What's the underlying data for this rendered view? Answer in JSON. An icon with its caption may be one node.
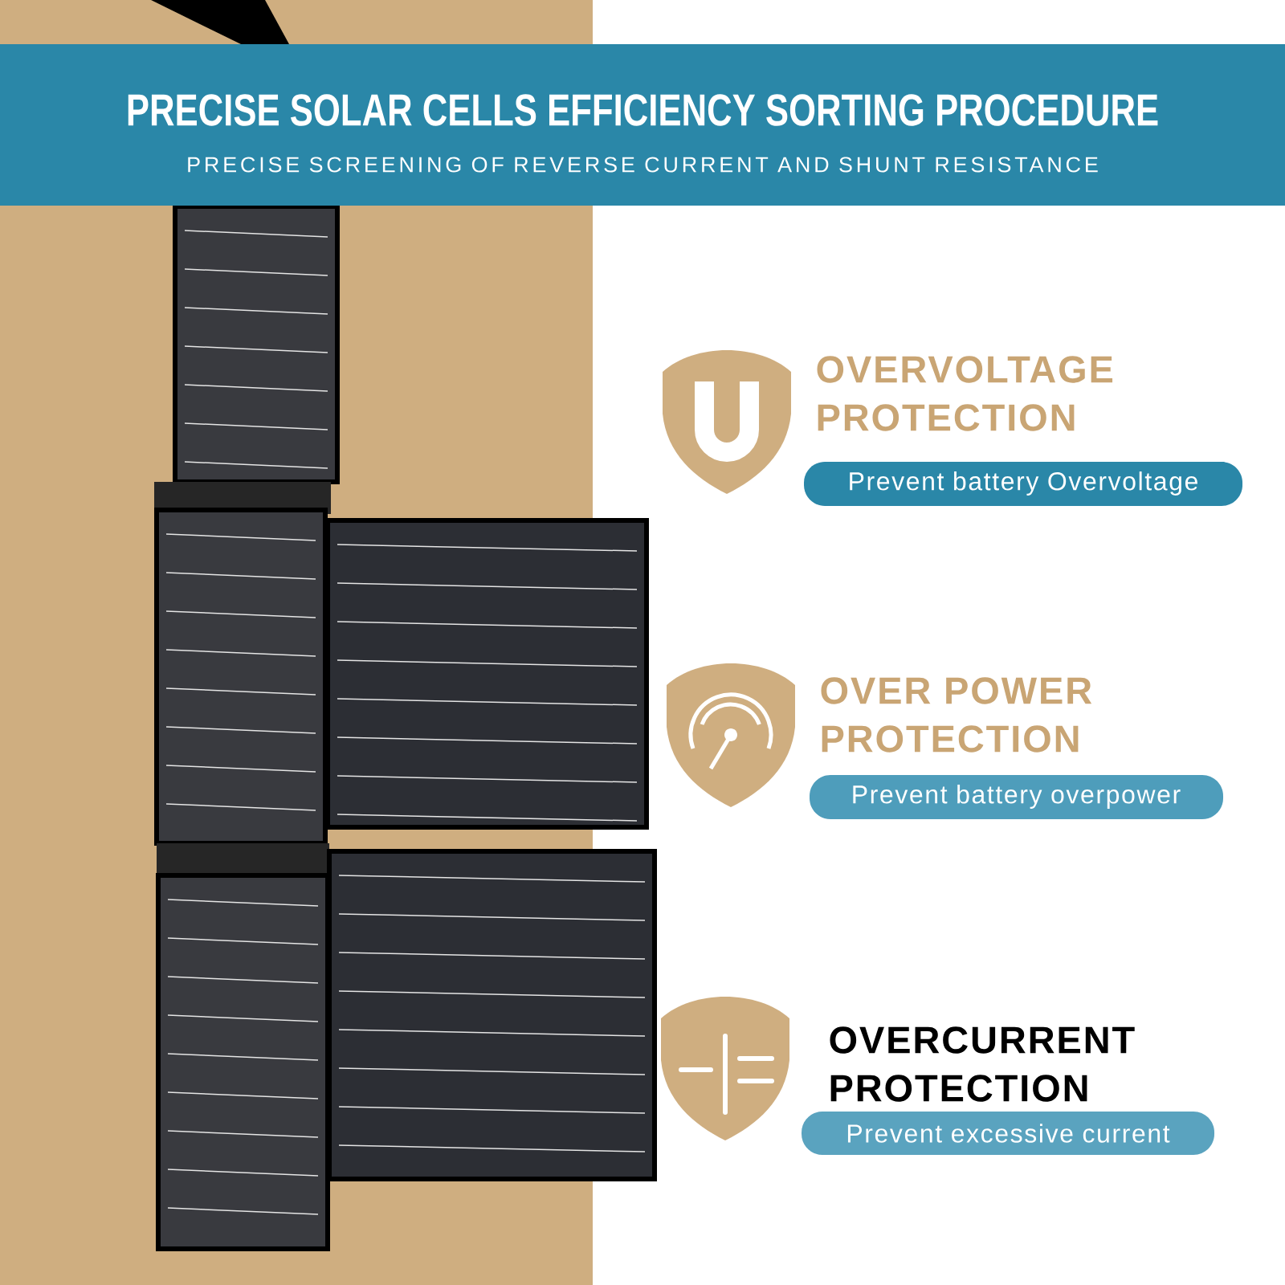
{
  "diagram": {
    "title": "PRECISE SOLAR CELLS EFFICIENCY SORTING PROCEDURE",
    "caption": "PRECISE SCREENING OF REVERSE CURRENT AND SHUNT RESISTANCE",
    "nodes": [
      {
        "text": [
          "OVERVOLTAGE PROTECTION",
          "Prevent battery Overvoltage"
        ]
      },
      {
        "text": [
          "OVER POWER PROTECTION",
          "Prevent battery overpower"
        ]
      },
      {
        "text": [
          "OVERCURRENT PROTECTION",
          "Prevent excessive current"
        ]
      }
    ],
    "edges": []
  }
}
